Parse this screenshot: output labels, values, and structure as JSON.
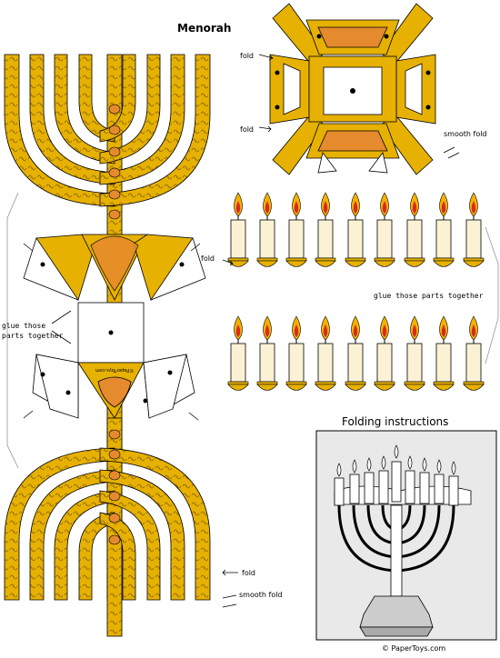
{
  "title": "Menorah",
  "labels": {
    "fold_top_1": "fold",
    "fold_top_2": "fold",
    "smooth_fold_top": "smooth fold",
    "fold_candles": "fold",
    "glue_candles": "glue those parts together",
    "glue_left_line1": "glue those",
    "glue_left_line2": "parts together",
    "fold_bottom": "fold",
    "smooth_fold_bottom": "smooth fold",
    "folding_instructions": "Folding instructions",
    "footer": "© PaperToys.com",
    "watermark": "©PaperToys.com"
  },
  "colors": {
    "gold": "#e6b100",
    "gold_dark": "#9b7500",
    "orange": "#e58a2d",
    "flame_outer": "#f3b200",
    "flame_inner": "#d92b1d",
    "candle": "#fbf2d6",
    "panel_bg": "#e9e9e9"
  }
}
